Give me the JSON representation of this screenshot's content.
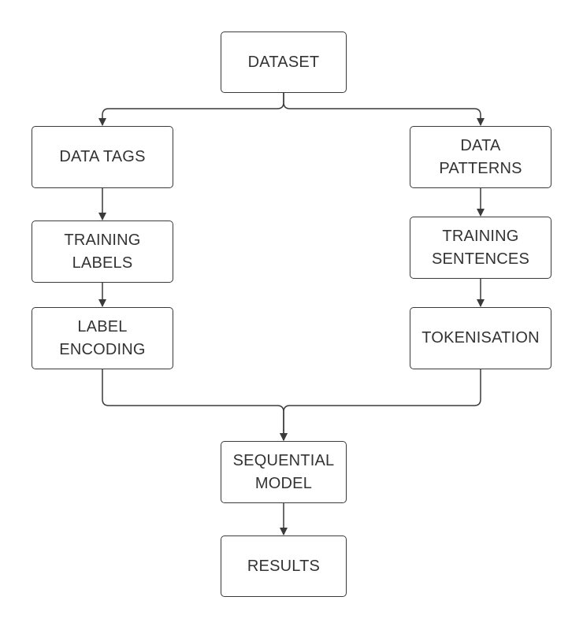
{
  "nodes": {
    "dataset": "DATASET",
    "data_tags": "DATA TAGS",
    "training_labels": "TRAINING\nLABELS",
    "label_encoding": "LABEL\nENCODING",
    "data_patterns": "DATA\nPATTERNS",
    "training_sentences": "TRAINING\nSENTENCES",
    "tokenisation": "TOKENISATION",
    "sequential_model": "SEQUENTIAL\nMODEL",
    "results": "RESULTS"
  },
  "colors": {
    "stroke": "#3a3a3a",
    "text": "#333333",
    "background": "#ffffff"
  }
}
